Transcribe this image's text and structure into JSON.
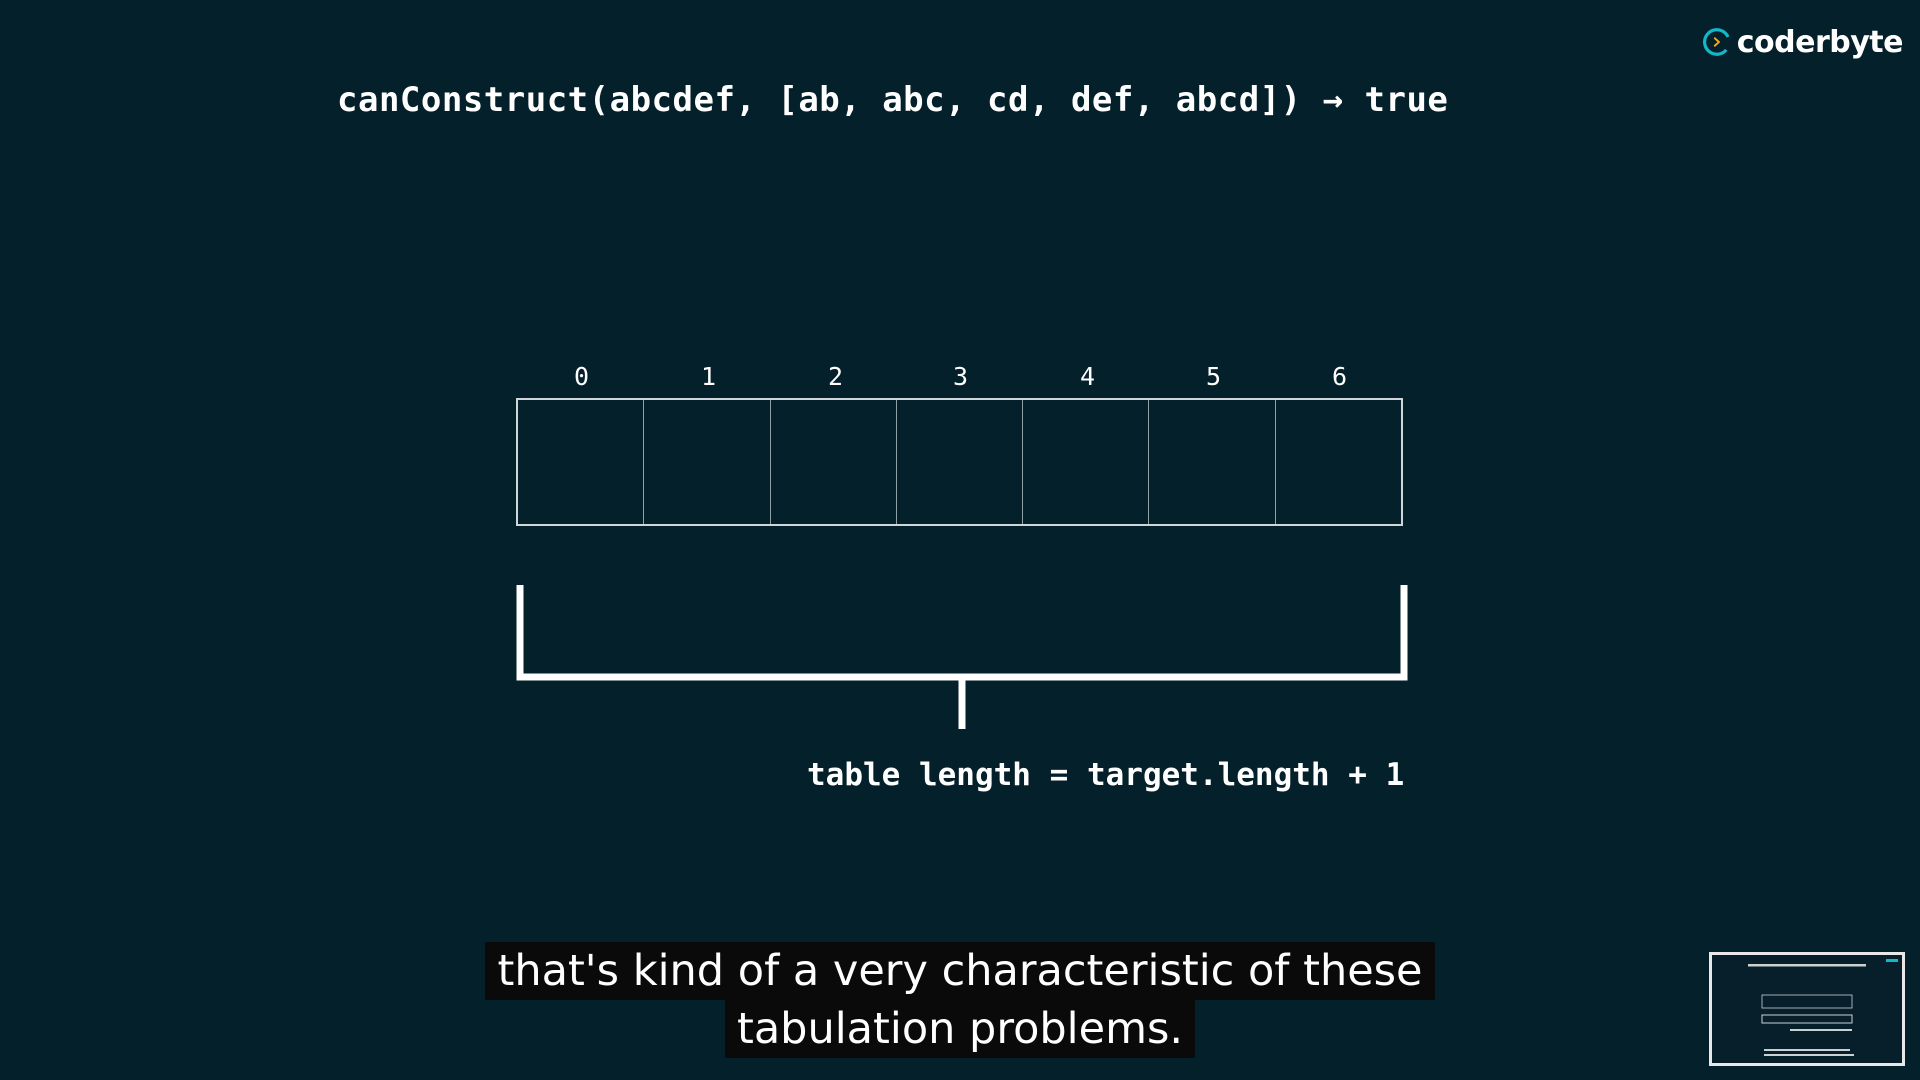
{
  "slide": {
    "code_title": "canConstruct(abcdef, [ab, abc, cd, def, abcd]) → true",
    "indices": [
      "0",
      "1",
      "2",
      "3",
      "4",
      "5",
      "6"
    ],
    "formula": "table length = target.length + 1"
  },
  "brand": {
    "name": "coderbyte"
  },
  "captions": {
    "line1": "that's kind of a very characteristic of these",
    "line2": "tabulation problems."
  },
  "colors": {
    "background": "#04202b",
    "brand_teal": "#13b7c8",
    "brand_arrow": "#f5a623",
    "caption_bg": "#0a0a0a"
  }
}
